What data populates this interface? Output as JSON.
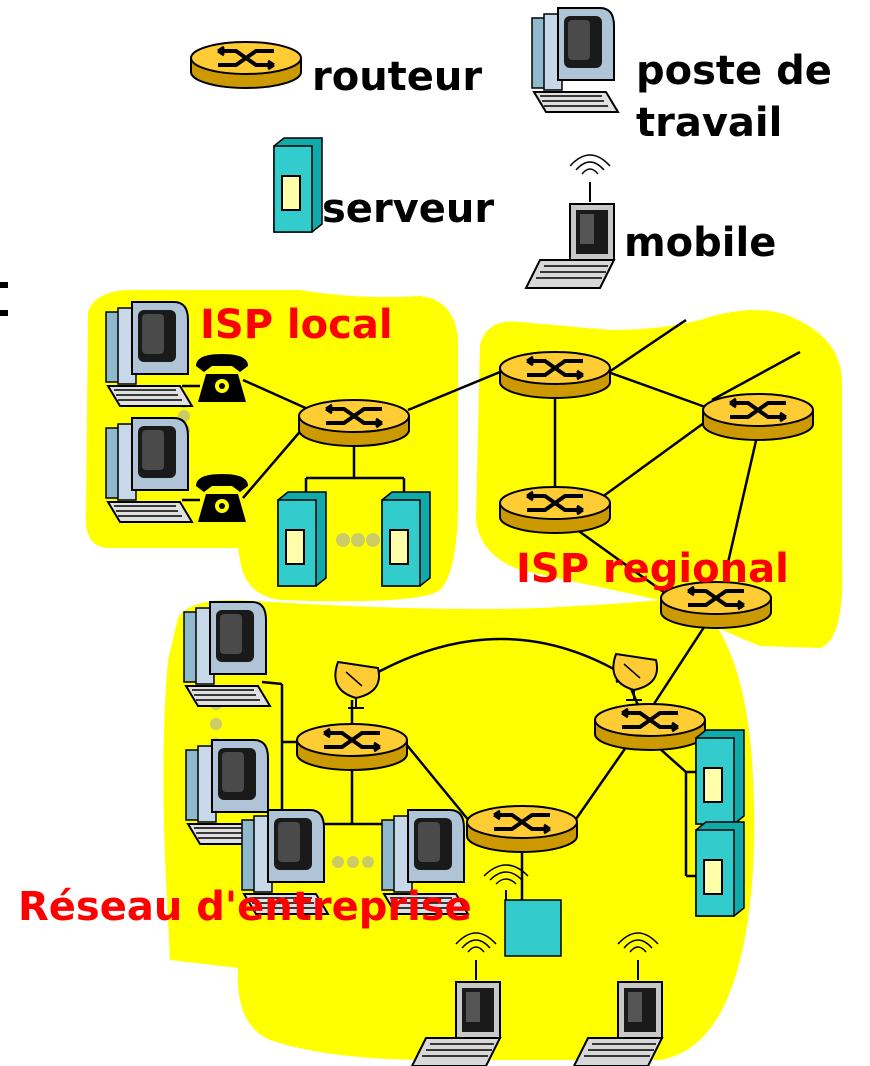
{
  "legend": {
    "router": "routeur",
    "workstation_line1": "poste de",
    "workstation_line2": "travail",
    "server": "serveur",
    "mobile": "mobile"
  },
  "regions": {
    "local_isp": "ISP local",
    "regional_isp": "ISP regional",
    "enterprise": "Réseau d'entreprise"
  },
  "colors": {
    "region_fill": "#ffff00",
    "router_fill": "#ffcc33",
    "server_fill": "#33cccc",
    "region_label": "#ff0000",
    "ellipsis_dots": "#cccc66"
  },
  "icons": [
    "router-icon",
    "workstation-icon",
    "server-icon",
    "mobile-icon",
    "phone-icon",
    "satellite-dish-icon",
    "access-point-icon"
  ]
}
